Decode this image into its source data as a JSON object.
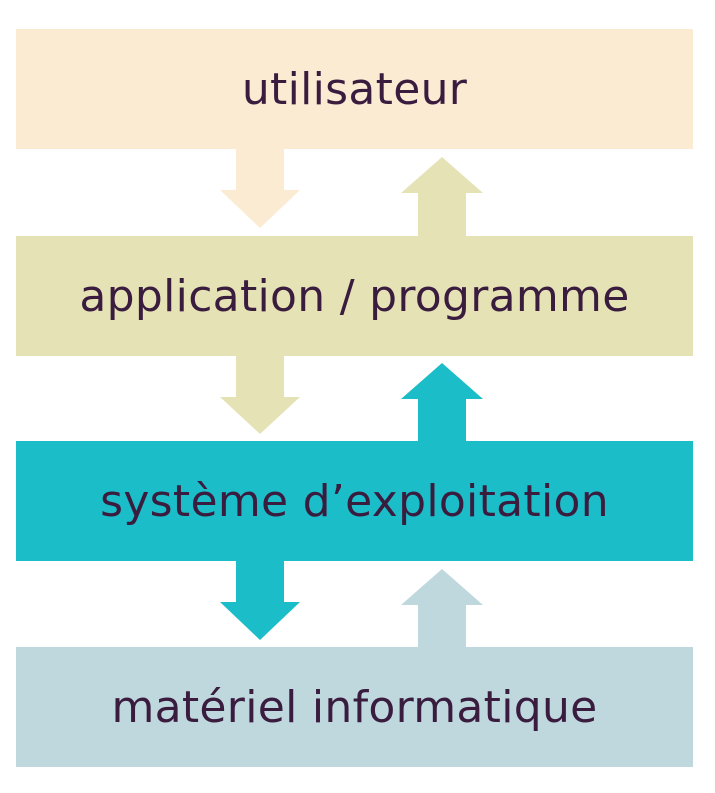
{
  "diagram": {
    "layers": [
      {
        "label": "utilisateur",
        "color": "#fbebd2"
      },
      {
        "label": "application / programme",
        "color": "#e5e3b5"
      },
      {
        "label": "système d’exploitation",
        "color": "#1bbec8"
      },
      {
        "label": "matériel informatique",
        "color": "#bfd8de"
      }
    ],
    "connections": [
      {
        "from": "utilisateur",
        "to": "application / programme",
        "down_color": "#fbebd2",
        "up_color": "#e5e3b5"
      },
      {
        "from": "application / programme",
        "to": "système d’exploitation",
        "down_color": "#e5e3b5",
        "up_color": "#1bbec8"
      },
      {
        "from": "système d’exploitation",
        "to": "matériel informatique",
        "down_color": "#1bbec8",
        "up_color": "#bfd8de"
      }
    ]
  }
}
